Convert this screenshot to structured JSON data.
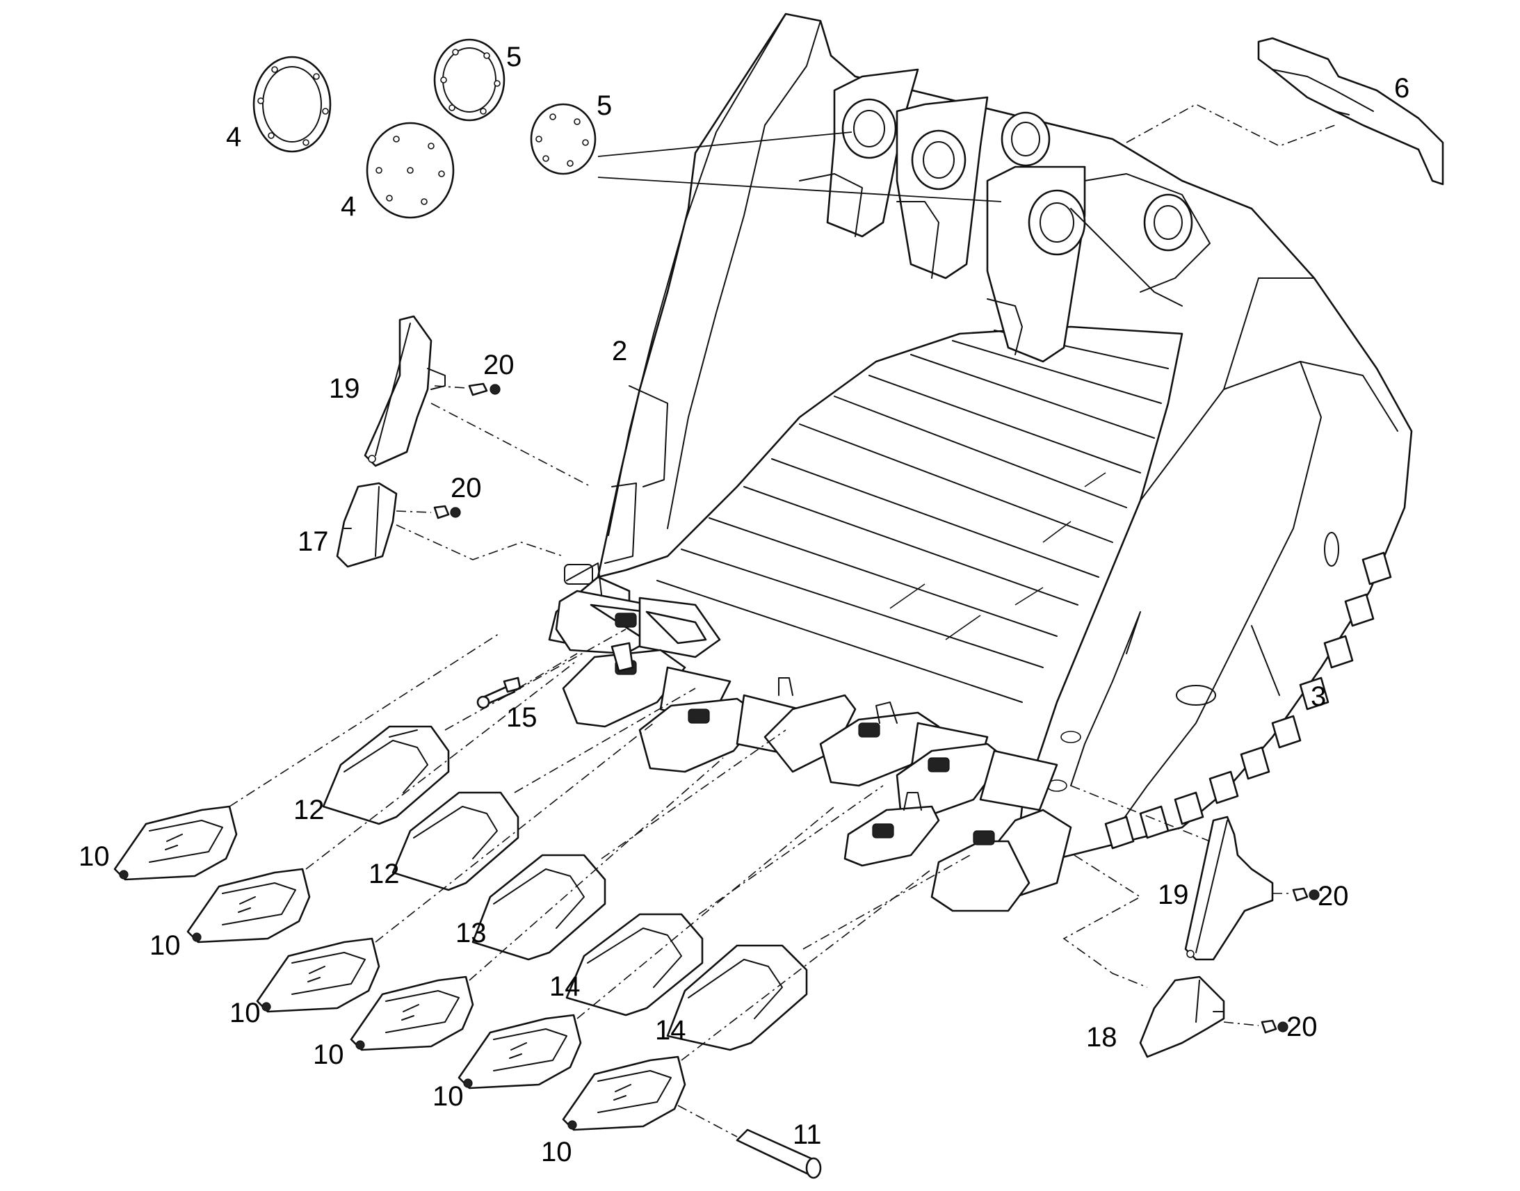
{
  "diagram": {
    "type": "exploded-parts-view",
    "callouts": [
      {
        "id": "c-2",
        "text": "2"
      },
      {
        "id": "c-3",
        "text": "3"
      },
      {
        "id": "c-4a",
        "text": "4"
      },
      {
        "id": "c-4b",
        "text": "4"
      },
      {
        "id": "c-5a",
        "text": "5"
      },
      {
        "id": "c-5b",
        "text": "5"
      },
      {
        "id": "c-6",
        "text": "6"
      },
      {
        "id": "c-10a",
        "text": "10"
      },
      {
        "id": "c-10b",
        "text": "10"
      },
      {
        "id": "c-10c",
        "text": "10"
      },
      {
        "id": "c-10d",
        "text": "10"
      },
      {
        "id": "c-10e",
        "text": "10"
      },
      {
        "id": "c-10f",
        "text": "10"
      },
      {
        "id": "c-11",
        "text": "11"
      },
      {
        "id": "c-12a",
        "text": "12"
      },
      {
        "id": "c-12b",
        "text": "12"
      },
      {
        "id": "c-13",
        "text": "13"
      },
      {
        "id": "c-14a",
        "text": "14"
      },
      {
        "id": "c-14b",
        "text": "14"
      },
      {
        "id": "c-15",
        "text": "15"
      },
      {
        "id": "c-17",
        "text": "17"
      },
      {
        "id": "c-18",
        "text": "18"
      },
      {
        "id": "c-19a",
        "text": "19"
      },
      {
        "id": "c-19b",
        "text": "19"
      },
      {
        "id": "c-20a",
        "text": "20"
      },
      {
        "id": "c-20b",
        "text": "20"
      },
      {
        "id": "c-20c",
        "text": "20"
      },
      {
        "id": "c-20d",
        "text": "20"
      }
    ]
  },
  "colors": {
    "line": "#111111",
    "background": "#ffffff"
  }
}
